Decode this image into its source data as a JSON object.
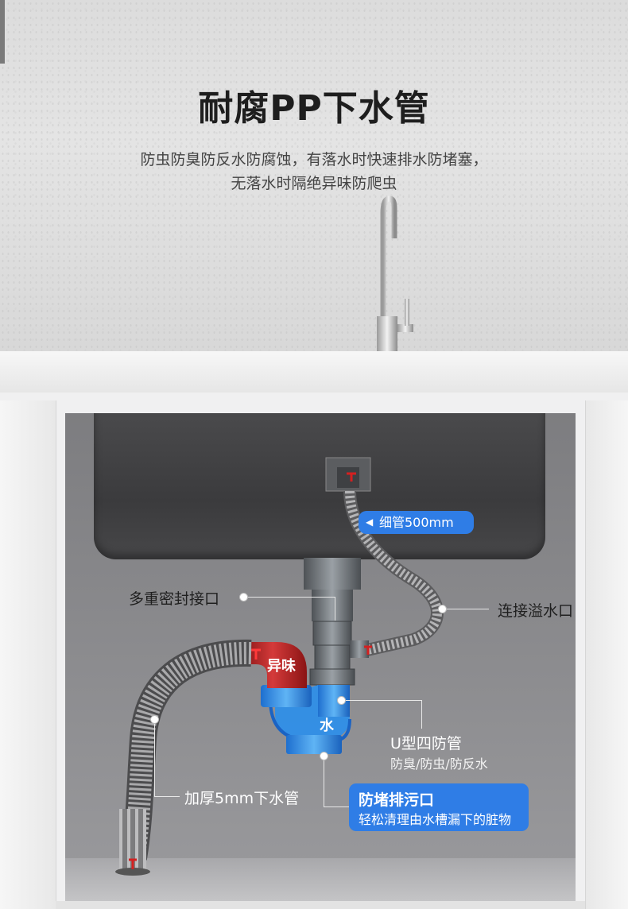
{
  "header": {
    "title": "耐腐PP下水管",
    "subtitle_line1": "防虫防臭防反水防腐蚀，有落水时快速排水防堵塞，",
    "subtitle_line2": "无落水时隔绝异味防爬虫"
  },
  "callouts": {
    "thin_pipe": "细管500mm",
    "multi_seal": "多重密封接口",
    "overflow": "连接溢水口",
    "odor": "异味",
    "water": "水",
    "u_trap_title": "U型四防管",
    "u_trap_sub": "防臭/防虫/防反水",
    "thick_pipe": "加厚5mm下水管",
    "clean_title": "防堵排污口",
    "clean_sub": "轻松清理由水槽漏下的脏物"
  },
  "colors": {
    "accent_blue": "#2f7de6",
    "odor_red": "#b61c1c",
    "water_blue": "#2f8fe8"
  },
  "icons": {
    "pill_arrow": "arrow-left-icon"
  }
}
